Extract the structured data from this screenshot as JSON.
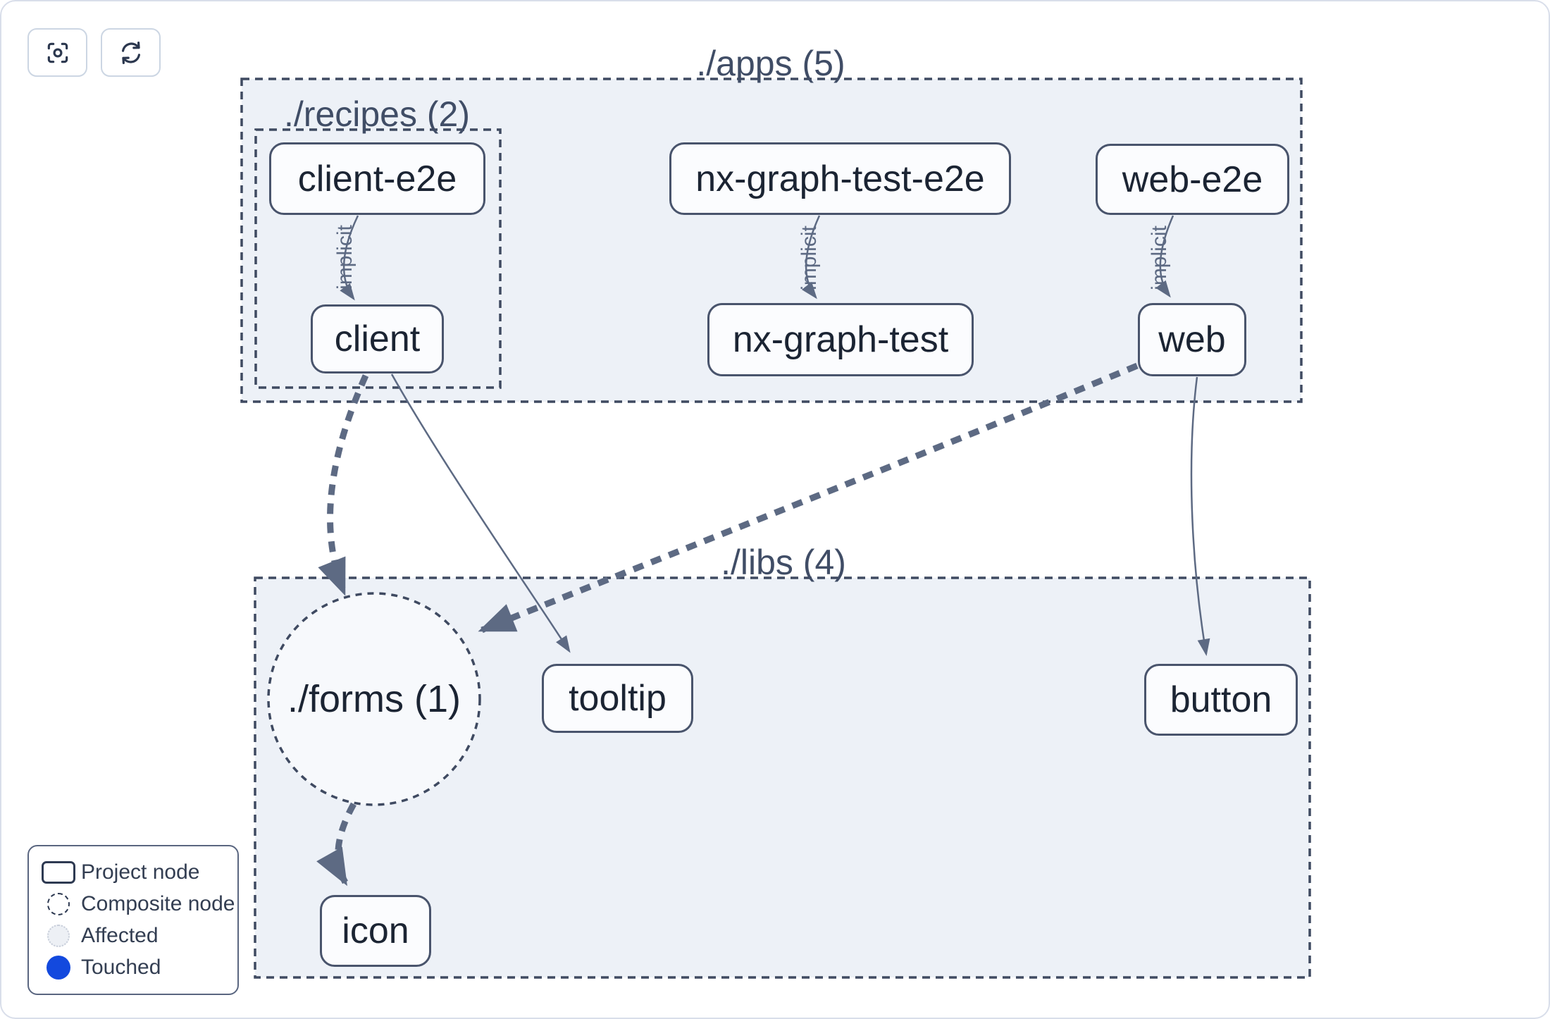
{
  "toolbar": {
    "focus_icon": "focus-crosshair",
    "refresh_icon": "refresh-cycle"
  },
  "graph": {
    "groups": {
      "apps": {
        "label": "./apps (5)"
      },
      "recipes": {
        "label": "./recipes (2)"
      },
      "libs": {
        "label": "./libs (4)"
      }
    },
    "nodes": {
      "client_e2e": "client-e2e",
      "nx_graph_test_e2e": "nx-graph-test-e2e",
      "web_e2e": "web-e2e",
      "client": "client",
      "nx_graph_test": "nx-graph-test",
      "web": "web",
      "tooltip": "tooltip",
      "button": "button",
      "icon": "icon"
    },
    "composite_nodes": {
      "forms": {
        "label": "./forms (1)"
      }
    },
    "edge_labels": {
      "implicit": "implicit"
    },
    "edges": [
      {
        "from": "client-e2e",
        "to": "client",
        "type": "implicit"
      },
      {
        "from": "nx-graph-test-e2e",
        "to": "nx-graph-test",
        "type": "implicit"
      },
      {
        "from": "web-e2e",
        "to": "web",
        "type": "implicit"
      },
      {
        "from": "client",
        "to": "./forms (1)",
        "type": "collapsed"
      },
      {
        "from": "web",
        "to": "./forms (1)",
        "type": "collapsed"
      },
      {
        "from": "client",
        "to": "tooltip",
        "type": "static"
      },
      {
        "from": "web",
        "to": "button",
        "type": "static"
      },
      {
        "from": "./forms (1)",
        "to": "icon",
        "type": "collapsed"
      }
    ]
  },
  "legend": {
    "items": [
      {
        "swatch": "project-node",
        "label": "Project node"
      },
      {
        "swatch": "composite-node",
        "label": "Composite node"
      },
      {
        "swatch": "affected",
        "label": "Affected"
      },
      {
        "swatch": "touched",
        "label": "Touched"
      }
    ]
  },
  "colors": {
    "group_fill": "#edf1f7",
    "composite_fill": "#f7f9fc",
    "container_stroke": "#3f4a61",
    "node_border": "#49546c",
    "node_text": "#1b2433",
    "edge": "#5d6a83",
    "touched_blue": "#1349de",
    "affected_fill": "#edf0f5",
    "canvas_border": "#d9deea"
  }
}
